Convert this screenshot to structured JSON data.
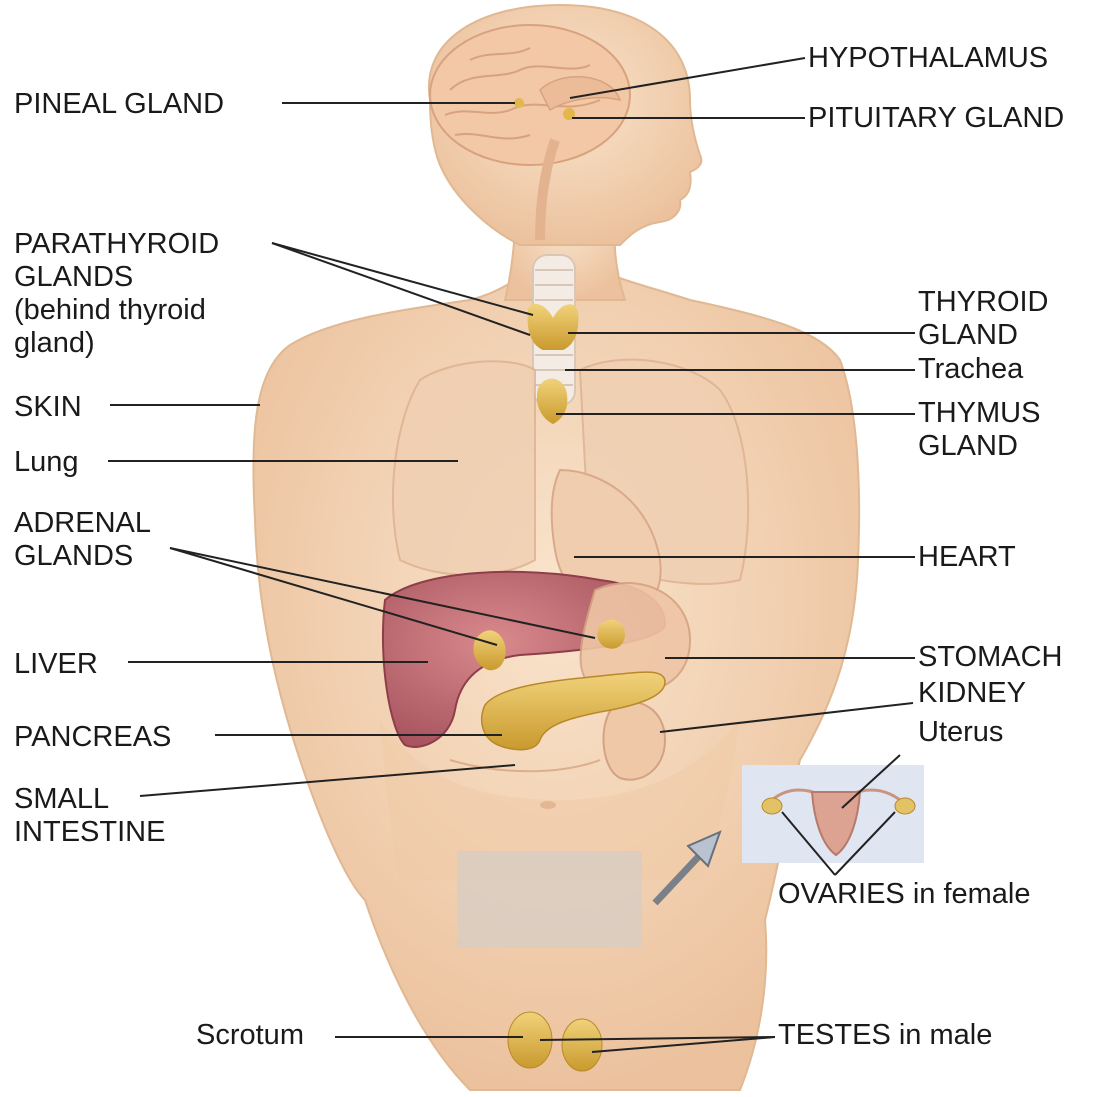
{
  "labels": {
    "pineal_gland": "PINEAL GLAND",
    "hypothalamus": "HYPOTHALAMUS",
    "pituitary_gland": "PITUITARY GLAND",
    "parathyroid_glands": "PARATHYROID\nGLANDS\n(behind thyroid\ngland)",
    "thyroid_gland": "THYROID\nGLAND",
    "trachea": "Trachea",
    "skin": "SKIN",
    "lung": "Lung",
    "thymus_gland": "THYMUS\nGLAND",
    "adrenal_glands": "ADRENAL\nGLANDS",
    "heart": "HEART",
    "liver": "LIVER",
    "stomach": "STOMACH",
    "kidney": "KIDNEY",
    "pancreas": "PANCREAS",
    "uterus": "Uterus",
    "small_intestine": "SMALL\nINTESTINE",
    "ovaries": "OVARIES in female",
    "scrotum": "Scrotum",
    "testes": "TESTES in male"
  },
  "colors": {
    "skin": "#f3d3b3",
    "skin_shadow": "#e6b894",
    "gland": "#e2b84a",
    "liver": "#b9606a",
    "pancreas": "#dcb24a",
    "leader_line": "#222222",
    "inset_bg": "#dfe6f2",
    "arrow": "#b8c2d0"
  }
}
